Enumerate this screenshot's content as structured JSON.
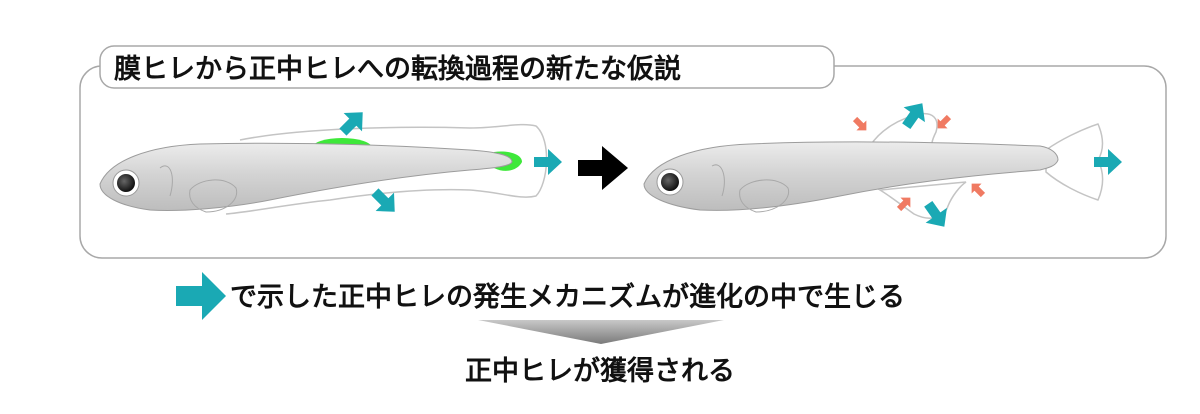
{
  "panel": {
    "title": "膜ヒレから正中ヒレへの転換過程の新たな仮説"
  },
  "caption": {
    "text": "で示した正中ヒレの発生メカニズムが進化の中で生じる"
  },
  "result": {
    "text": "正中ヒレが獲得される"
  },
  "colors": {
    "teal_arrow": "#1aa9b4",
    "green_fin": "#3ee83a",
    "red_arrow": "#f07a62",
    "black_arrow": "#000000",
    "fish_body": "#d2d2d2",
    "panel_border": "#a8a8a8",
    "down_arrow": "#9a9a9a"
  }
}
